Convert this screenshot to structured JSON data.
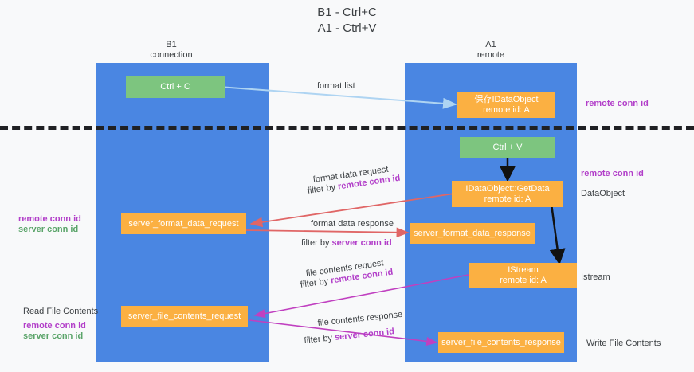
{
  "title": "B1 - Ctrl+C\nA1 - Ctrl+V",
  "columns": [
    {
      "name": "b1",
      "header": "B1\nconnection"
    },
    {
      "name": "a1",
      "header": "A1\nremote"
    }
  ],
  "nodes": {
    "ctrl_c": "Ctrl + C",
    "ctrl_v": "Ctrl + V",
    "save_idataobject": "保存IDataObject\nremote id: A",
    "getdata": "IDataObject::GetData\nremote id: A",
    "istream": "IStream\nremote id: A",
    "server_format_data_request": "server_format_data_request",
    "server_format_data_response": "server_format_data_response",
    "server_file_contents_request": "server_file_contents_request",
    "server_file_contents_response": "server_file_contents_response"
  },
  "edges": {
    "format_list": "format list",
    "format_data_request": "format data request",
    "format_data_request_filter_pre": "filter by ",
    "format_data_request_filter_key": "remote conn id",
    "format_data_response": "format data response",
    "format_data_response_filter_pre": "filter by ",
    "format_data_response_filter_key": "server conn id",
    "file_contents_request": "file contents request",
    "file_contents_request_filter_pre": "filter by ",
    "file_contents_request_filter_key": "remote conn id",
    "file_contents_response": "file contents response",
    "file_contents_response_filter_pre": "filter by ",
    "file_contents_response_filter_key": "server conn id"
  },
  "annotations": {
    "right_remote_conn_id_top": "remote conn id",
    "right_remote_conn_id_mid": "remote conn id",
    "right_dataobject": "DataObject",
    "right_istream": "Istream",
    "right_write_file_contents": "Write File Contents",
    "left_remote_conn_id": "remote conn id",
    "left_server_conn_id": "server conn id",
    "left_read_file_contents": "Read File Contents",
    "left_remote_conn_id_2": "remote conn id",
    "left_server_conn_id_2": "server conn id"
  },
  "colors": {
    "column_blue": "#4a86e2",
    "node_green": "#7dc57f",
    "node_orange": "#fbb042",
    "arrow_lightblue": "#aed4f2",
    "arrow_red": "#e06666",
    "arrow_magenta": "#c040c0",
    "arrow_black": "#000000",
    "key_purple": "#b23fc9",
    "key_green": "#5aa469",
    "background": "#f8f9fa"
  }
}
